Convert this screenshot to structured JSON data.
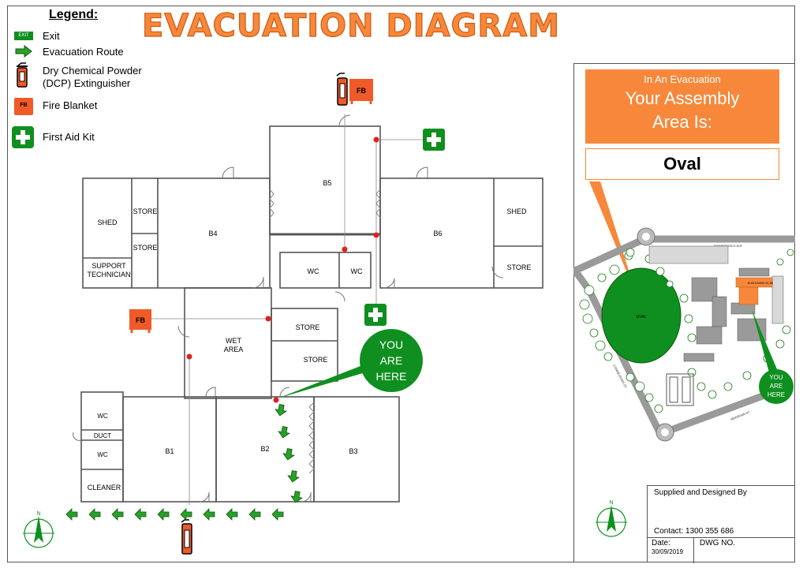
{
  "title": "EVACUATION DIAGRAM",
  "legend": {
    "heading": "Legend:",
    "exit_sign_text": "EXIT",
    "exit": "Exit",
    "route": "Evacuation Route",
    "dcp_line1": "Dry Chemical Powder",
    "dcp_line2": "(DCP) Extinguisher",
    "fire_blanket": "Fire Blanket",
    "fire_blanket_abbr": "FB",
    "first_aid": "First Aid Kit"
  },
  "rooms": {
    "b1": "B1",
    "b2": "B2",
    "b3": "B3",
    "b4": "B4",
    "b5": "B5",
    "b6": "B6",
    "shed": "SHED",
    "store": "STORE",
    "support_line1": "SUPPORT",
    "support_line2": "TECHNICIAN",
    "wc": "WC",
    "duct": "DUCT",
    "cleaner": "CLEANER",
    "wet_line1": "WET",
    "wet_line2": "AREA"
  },
  "you_are_here": {
    "line1": "YOU",
    "line2": "ARE",
    "line3": "HERE"
  },
  "assembly": {
    "intro": "In An Evacuation",
    "line1": "Your Assembly",
    "line2": "Area Is:",
    "area": "Oval"
  },
  "site_map": {
    "oval_label": "OVAL",
    "street_top": "RANNERWICH AVE",
    "street_left": "CONNEXIONS ST",
    "street_bottom": "MERIDIAN ST",
    "highlight_label": "BUSHLANDS B1-B6"
  },
  "info": {
    "supplied": "Supplied and Designed By",
    "contact": "Contact: 1300 355 686",
    "date_label": "Date:",
    "date_value": "30/09/2019",
    "dwg": "DWG NO."
  },
  "colors": {
    "orange": "#f7883b",
    "fire_red": "#f05a28",
    "green": "#0f8f1f",
    "route_green": "#2aa02a"
  },
  "icons": [
    "exit-sign-icon",
    "route-arrow-icon",
    "extinguisher-icon",
    "fire-blanket-icon",
    "first-aid-icon",
    "north-arrow-icon"
  ]
}
